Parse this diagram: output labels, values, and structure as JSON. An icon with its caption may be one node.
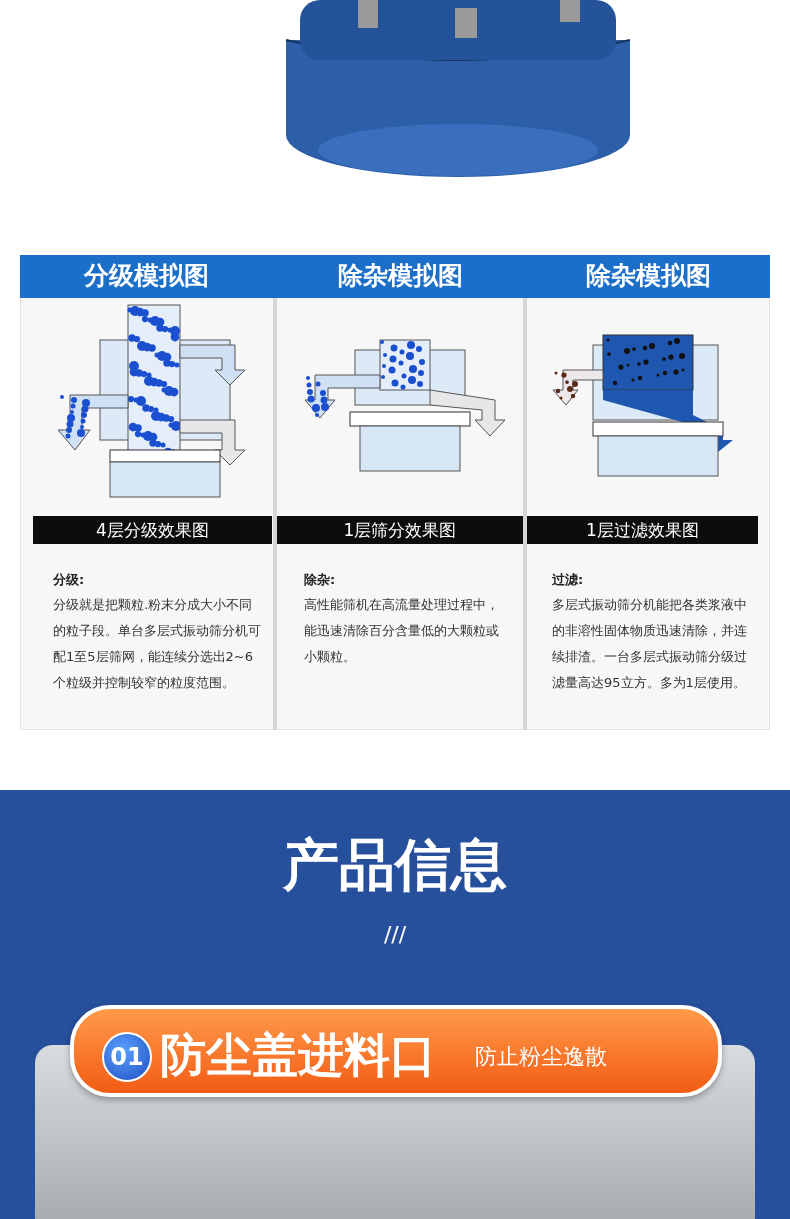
{
  "diagram": {
    "labels": [
      "分级模拟图",
      "除杂模拟图",
      "除杂模拟图",
      "4层分级效果图",
      "1层筛分效果图",
      "1层过滤效果图",
      "分级:",
      "分级就是把颗粒.粉末分成大小不同的粒子段。单台多层式振动筛分机可配1至5层筛网，能连续分选出2~6个粒级并控制较窄的粒度范围。",
      "除杂:",
      "高性能筛机在高流量处理过程中，能迅速清除百分含量低的大颗粒或小颗粒。",
      "过滤:",
      "多层式振动筛分机能把各类浆液中的非溶性固体物质迅速清除，并连续排渣。一台多层式振动筛分级过滤量高达95立方。多为1层使用。",
      "产品信息",
      "///",
      "01",
      "防尘盖进料口",
      "防止粉尘逸散"
    ]
  }
}
